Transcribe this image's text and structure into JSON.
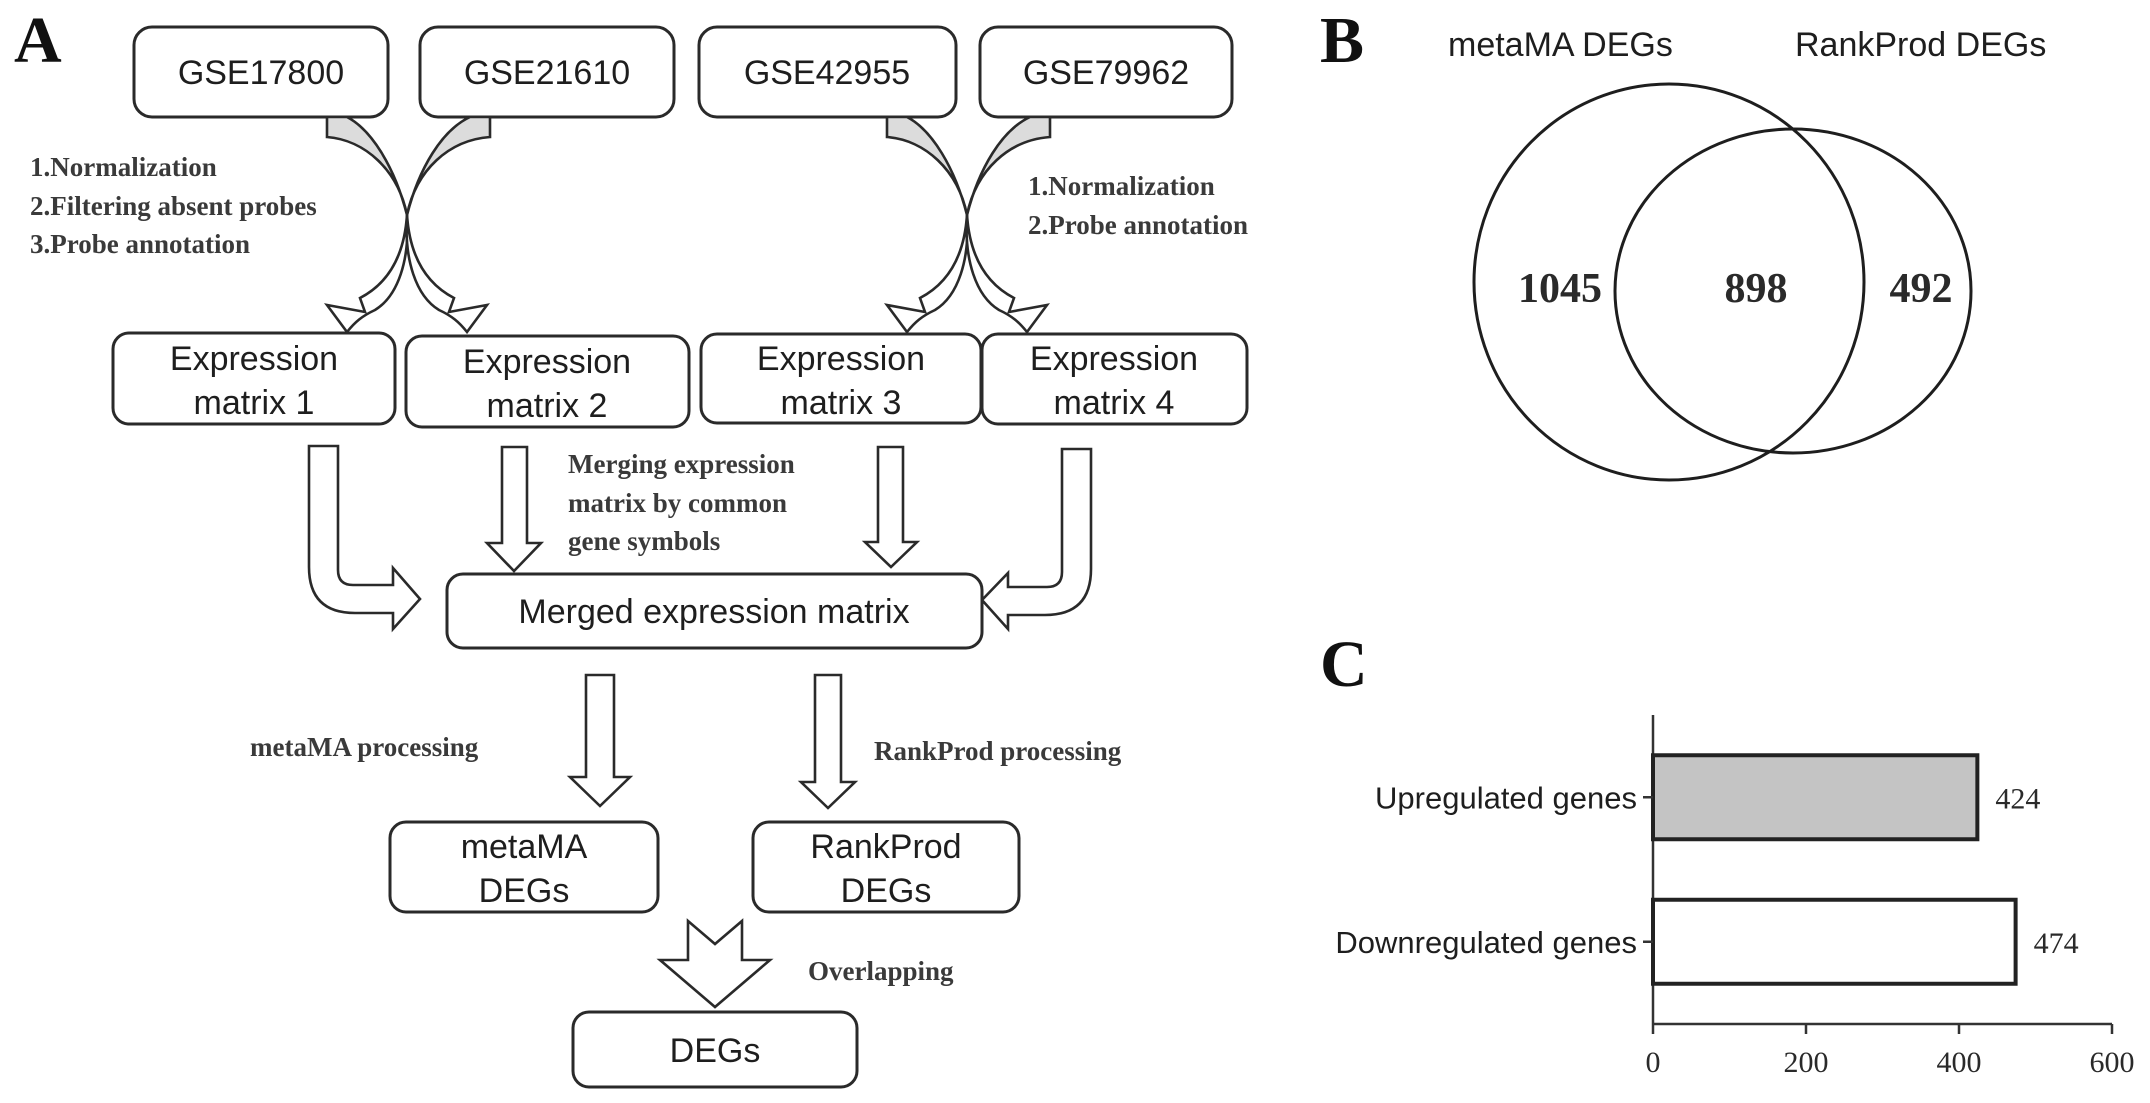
{
  "panels": {
    "a": "A",
    "b": "B",
    "c": "C"
  },
  "flowchart": {
    "datasets": [
      "GSE17800",
      "GSE21610",
      "GSE42955",
      "GSE79962"
    ],
    "left_steps": [
      "1.Normalization",
      "2.Filtering absent probes",
      "3.Probe annotation"
    ],
    "right_steps": [
      "1.Normalization",
      "2.Probe annotation"
    ],
    "matrices": [
      {
        "line1": "Expression",
        "line2": "matrix 1"
      },
      {
        "line1": "Expression",
        "line2": "matrix 2"
      },
      {
        "line1": "Expression",
        "line2": "matrix 3"
      },
      {
        "line1": "Expression",
        "line2": "matrix 4"
      }
    ],
    "merge_note": [
      "Merging expression",
      "matrix by common",
      "gene symbols"
    ],
    "merged": "Merged expression matrix",
    "metama_process": "metaMA processing",
    "rankprod_process": "RankProd processing",
    "metama_box": {
      "line1": "metaMA",
      "line2": "DEGs"
    },
    "rankprod_box": {
      "line1": "RankProd",
      "line2": "DEGs"
    },
    "overlap_note": "Overlapping",
    "final": "DEGs"
  },
  "venn": {
    "set_a": "metaMA DEGs",
    "set_b": "RankProd DEGs",
    "only_a": "1045",
    "both": "898",
    "only_b": "492"
  },
  "chart_data": {
    "type": "bar",
    "orientation": "horizontal",
    "categories": [
      "Upregulated genes",
      "Downregulated genes"
    ],
    "values": [
      424,
      474
    ],
    "value_labels": [
      "424",
      "474"
    ],
    "colors": [
      "#c4c4c4",
      "#ffffff"
    ],
    "xlim": [
      0,
      600
    ],
    "xticks": [
      0,
      200,
      400,
      600
    ],
    "xtick_labels": [
      "0",
      "200",
      "400",
      "600"
    ],
    "title": "",
    "xlabel": "",
    "ylabel": "",
    "grid": false
  }
}
